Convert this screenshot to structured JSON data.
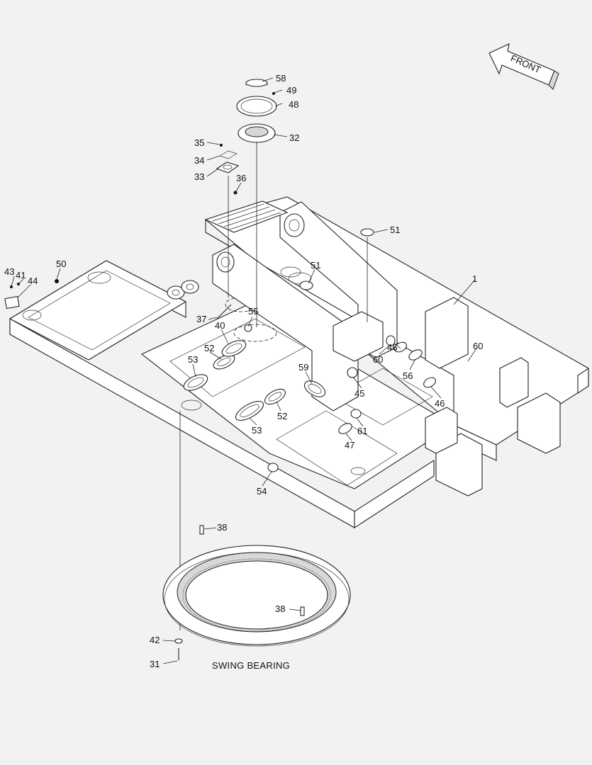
{
  "diagram": {
    "front_label": "FRONT",
    "caption": "SWING BEARING",
    "callouts": {
      "c1": "1",
      "c31": "31",
      "c32": "32",
      "c33": "33",
      "c34": "34",
      "c35": "35",
      "c36": "36",
      "c37": "37",
      "c38a": "38",
      "c38b": "38",
      "c40": "40",
      "c41": "41",
      "c42": "42",
      "c43": "43",
      "c44": "44",
      "c45": "45",
      "c46a": "46",
      "c46b": "46",
      "c47": "47",
      "c48": "48",
      "c49": "49",
      "c50": "50",
      "c51a": "51",
      "c51b": "51",
      "c52a": "52",
      "c52b": "52",
      "c53a": "53",
      "c53b": "53",
      "c54": "54",
      "c55": "55",
      "c56": "56",
      "c58": "58",
      "c59": "59",
      "c60a": "60",
      "c60b": "60",
      "c61": "61"
    }
  }
}
